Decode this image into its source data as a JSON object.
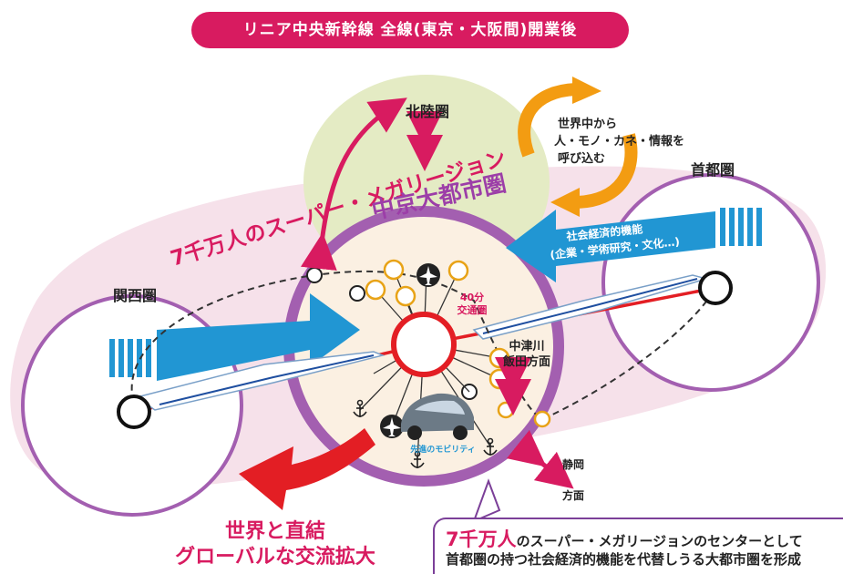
{
  "banner": {
    "label": "リニア中央新幹線 全線(東京・大阪間)開業後"
  },
  "regions": {
    "hokuriku": "北陸圏",
    "kansai": "関西圏",
    "shuto": "首都圏",
    "chukyo": "中京大都市圏"
  },
  "mega_region_label": "7千万人のスーパー・メガリージョン",
  "world_flow": {
    "line1": "世界中から",
    "line2": "人・モノ・カネ・情報を",
    "line3": "呼び込む"
  },
  "capital_function": {
    "line1": "社会経済的機能",
    "line2": "(企業・学術研究・文化…)"
  },
  "zone_40min": {
    "line1": "40分",
    "line2": "交通圏"
  },
  "tsugawa": {
    "line1": "中津川",
    "line2": "飯田方面"
  },
  "shizuoka": {
    "line1": "静岡",
    "line2": "方面"
  },
  "mobility_label": "先進のモビリティ",
  "global_exchange": {
    "line1": "世界と直結",
    "line2": "グローバルな交流拡大"
  },
  "summary": {
    "highlight": "7千万人",
    "line1_rest": "のスーパー・メガリージョンのセンターとして",
    "line2": "首都圏の持つ社会経済的機能を代替しうる大都市圏を形成"
  },
  "colors": {
    "magenta": "#d81b60",
    "purple": "#a35fb0",
    "blue": "#2196d3",
    "orange": "#f39c12",
    "red": "#e31e24",
    "pink_band": "#f6e1ea",
    "green_oval": "#e4ebc4",
    "gold": "#e8a317"
  }
}
